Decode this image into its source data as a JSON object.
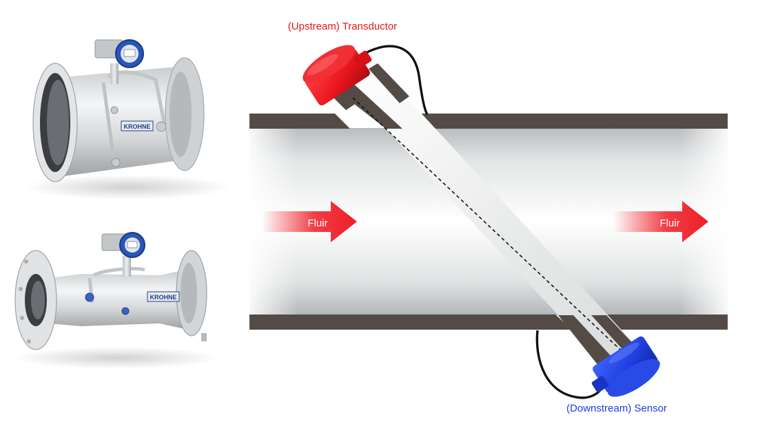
{
  "labels": {
    "upstream": "(Upstream) Transductor",
    "downstream": "(Downstream) Sensor",
    "flow_in": "Fluir",
    "flow_out": "Fluir"
  },
  "meters": {
    "top_brand": "KROHNE",
    "bottom_brand": "KROHNE"
  },
  "colors": {
    "upstream": "#e8141c",
    "downstream": "#1e3ddc",
    "arrow": "#ef1d26",
    "pipe_wall": "#544b46"
  }
}
